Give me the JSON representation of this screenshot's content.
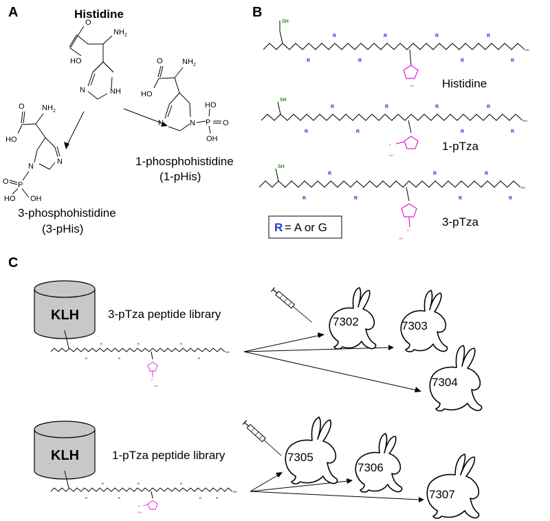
{
  "panels": {
    "a": {
      "letter": "A",
      "histidine_title": "Histidine",
      "one_phospho_name": "1-phosphohistidine",
      "one_phospho_abbr": "(1-pHis)",
      "three_phospho_name": "3-phosphohistidine",
      "three_phospho_abbr": "(3-pHis)"
    },
    "b": {
      "letter": "B",
      "peptide_labels": [
        "Histidine",
        "1-pTza",
        "3-pTza"
      ],
      "legend_symbol": "R",
      "legend_text": "= A or G"
    },
    "c": {
      "letter": "C",
      "carrier_label": "KLH",
      "libraries": [
        {
          "carrier": "KLH",
          "name": "3-pTza peptide library",
          "rabbits": [
            "7302",
            "7303",
            "7304"
          ]
        },
        {
          "carrier": "KLH",
          "name": "1-pTza peptide library",
          "rabbits": [
            "7305",
            "7306",
            "7307"
          ]
        }
      ]
    }
  },
  "atom_labels": {
    "nh2": "NH",
    "sub2": "2",
    "ho": "HO",
    "oh": "OH",
    "o": "O",
    "n": "N",
    "nh": "NH",
    "h": "H",
    "p": "P",
    "sh": "SH",
    "r": "R"
  },
  "colors": {
    "phospho_magenta": "#e01ad6",
    "r_group_blue": "#2040d0",
    "thiol_green": "#2c8a1f",
    "carrier_gray": "#c8c8c8"
  }
}
